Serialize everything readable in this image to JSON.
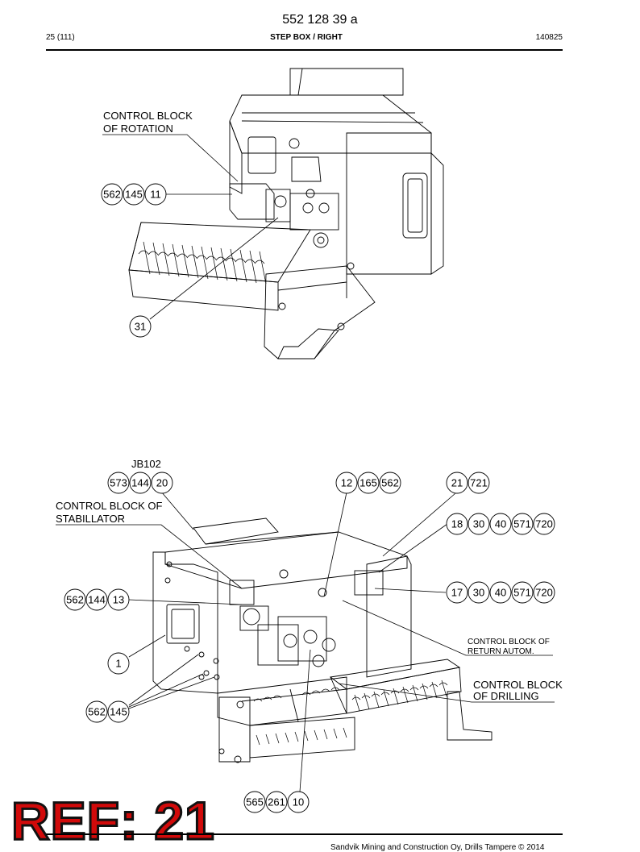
{
  "header": {
    "doc_number": "552 128 39 a",
    "page": "25 (111)",
    "section_title": "STEP BOX / RIGHT",
    "code": "140825"
  },
  "top_view": {
    "label_rotation_1": "CONTROL BLOCK",
    "label_rotation_2": "OF ROTATION",
    "bubbles_a": [
      "562",
      "145",
      "11"
    ],
    "bubble_b": "31"
  },
  "bottom_view": {
    "jb_label": "JB102",
    "bubbles_jb": [
      "573",
      "144",
      "20"
    ],
    "label_stab_1": "CONTROL BLOCK OF",
    "label_stab_2": "STABILLATOR",
    "bubbles_b": [
      "12",
      "165",
      "562"
    ],
    "bubbles_c": [
      "21",
      "721"
    ],
    "bubbles_d": [
      "18",
      "30",
      "40",
      "571",
      "720"
    ],
    "bubbles_e": [
      "562",
      "144",
      "13"
    ],
    "bubbles_f": [
      "17",
      "30",
      "40",
      "571",
      "720"
    ],
    "label_return_1": "CONTROL BLOCK OF",
    "label_return_2": "RETURN AUTOM.",
    "bubble_one": "1",
    "label_drill_1": "CONTROL BLOCK",
    "label_drill_2": "OF DRILLING",
    "bubbles_g": [
      "562",
      "145"
    ],
    "bubbles_h": [
      "565",
      "261",
      "10"
    ]
  },
  "watermark": "REF: 21",
  "footer": {
    "copyright": "Sandvik Mining and Construction Oy, Drills Tampere © 2014"
  }
}
